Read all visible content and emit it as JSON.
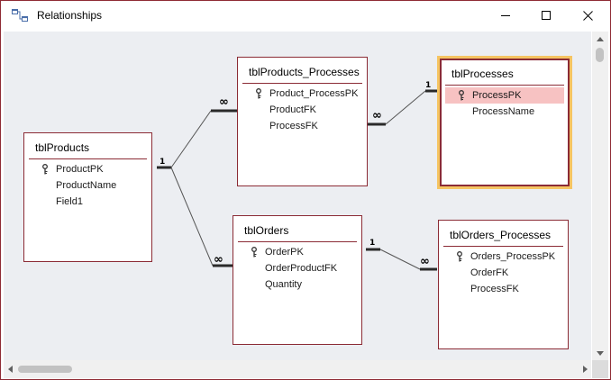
{
  "window": {
    "title": "Relationships",
    "minimize_icon": "minimize-icon",
    "maximize_icon": "maximize-icon",
    "close_icon": "close-icon"
  },
  "tables": {
    "products": {
      "name": "tblProducts",
      "fields": [
        {
          "name": "ProductPK",
          "key": true
        },
        {
          "name": "ProductName",
          "key": false
        },
        {
          "name": "Field1",
          "key": false
        }
      ]
    },
    "products_processes": {
      "name": "tblProducts_Processes",
      "fields": [
        {
          "name": "Product_ProcessPK",
          "key": true
        },
        {
          "name": "ProductFK",
          "key": false
        },
        {
          "name": "ProcessFK",
          "key": false
        }
      ]
    },
    "processes": {
      "name": "tblProcesses",
      "fields": [
        {
          "name": "ProcessPK",
          "key": true
        },
        {
          "name": "ProcessName",
          "key": false
        }
      ]
    },
    "orders": {
      "name": "tblOrders",
      "fields": [
        {
          "name": "OrderPK",
          "key": true
        },
        {
          "name": "OrderProductFK",
          "key": false
        },
        {
          "name": "Quantity",
          "key": false
        }
      ]
    },
    "orders_processes": {
      "name": "tblOrders_Processes",
      "fields": [
        {
          "name": "Orders_ProcessPK",
          "key": true
        },
        {
          "name": "OrderFK",
          "key": false
        },
        {
          "name": "ProcessFK",
          "key": false
        }
      ]
    }
  },
  "relationships": {
    "one_label": "1",
    "many_label": "∞"
  },
  "colors": {
    "table_border": "#8b2b35",
    "selected_outline": "#f5c462",
    "selected_field": "#f7c2c2",
    "canvas": "#eceef2"
  }
}
